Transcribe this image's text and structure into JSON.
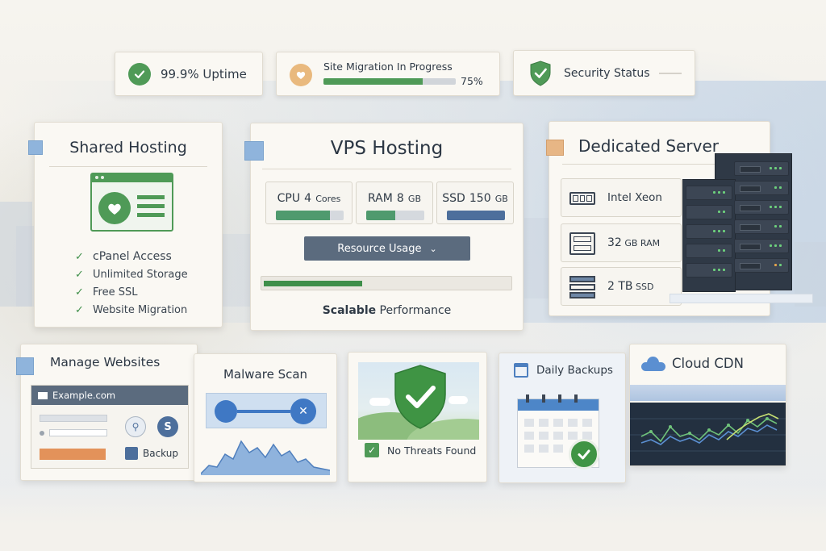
{
  "colors": {
    "accent_green": "#4f9a57",
    "accent_blue": "#4d6f9c",
    "accent_orange": "#e0a26c",
    "panel_bg": "#faf8f3",
    "dark_panel": "#243140"
  },
  "status_bar": {
    "uptime": {
      "label": "99.9% Uptime",
      "icon": "check-circle-icon"
    },
    "migration": {
      "label": "Site Migration In Progress",
      "progress_percent": 75,
      "progress_label": "75%",
      "icon": "heart-icon"
    },
    "security": {
      "label": "Security Status",
      "icon": "shield-check-icon"
    }
  },
  "shared_hosting": {
    "title": "Shared Hosting",
    "features": [
      "cPanel Access",
      "Unlimited Storage",
      "Free SSL",
      "Website Migration"
    ]
  },
  "vps_hosting": {
    "title": "VPS Hosting",
    "specs": [
      {
        "name": "CPU",
        "value": "4",
        "unit": "Cores",
        "fill_percent": 80,
        "color": "#4f9a6e"
      },
      {
        "name": "RAM",
        "value": "8",
        "unit": "GB",
        "fill_percent": 50,
        "color": "#4f9a6e"
      },
      {
        "name": "SSD",
        "value": "150",
        "unit": "GB",
        "fill_percent": 100,
        "color": "#4d6f9c"
      }
    ],
    "resource_button": "Resource Usage",
    "usage_fill_percent": 40,
    "footer_bold": "Scalable",
    "footer_rest": " Performance"
  },
  "dedicated_server": {
    "title": "Dedicated Server",
    "specs": [
      {
        "big": "Intel Xeon",
        "small": "",
        "icon": "cpu-chip-icon"
      },
      {
        "big": "32",
        "small": " GB RAM",
        "icon": "memory-icon"
      },
      {
        "big": "2 TB",
        "small": " SSD",
        "icon": "storage-icon"
      }
    ]
  },
  "manage_websites": {
    "title": "Manage Websites",
    "domain": "Example.com",
    "backup_label": "Backup"
  },
  "malware_scan": {
    "title": "Malware Scan"
  },
  "no_threats": {
    "label": "No Threats Found"
  },
  "daily_backups": {
    "title": "Daily Backups"
  },
  "cloud_cdn": {
    "title": "Cloud CDN"
  }
}
